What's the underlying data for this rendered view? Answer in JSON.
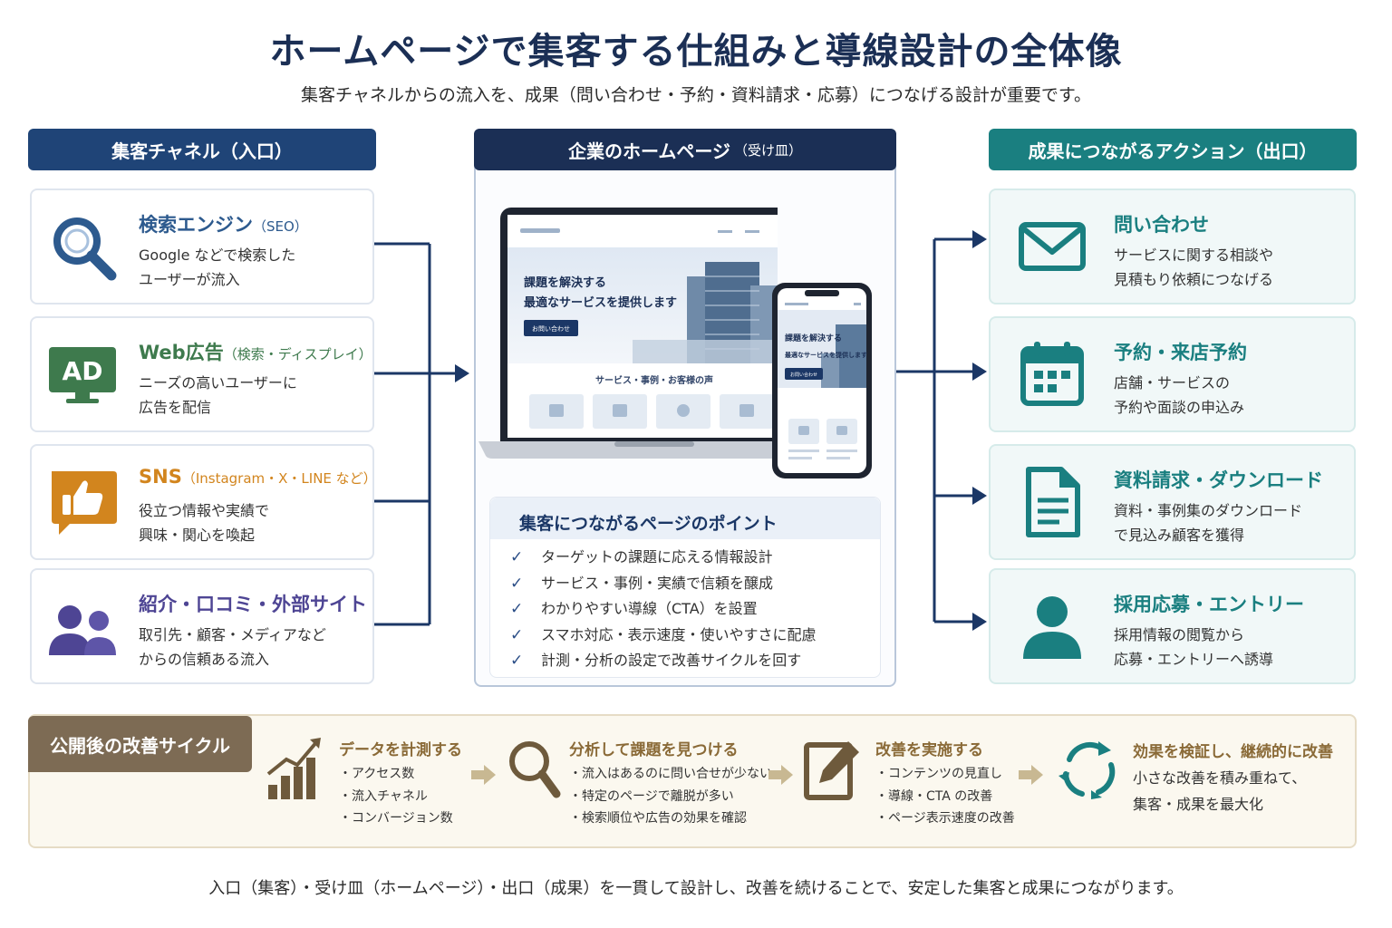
{
  "title": "ホームページで集客する仕組みと導線設計の全体像",
  "subtitle": "集客チャネルからの流入を、成果（問い合わせ・予約・資料請求・応募）につなげる設計が重要です。",
  "colors": {
    "navy": "#1b3766",
    "teal": "#1a7f80",
    "blue": "#2d5a8e",
    "green": "#3e7a4d",
    "orange": "#d2851e",
    "purple": "#4e4594",
    "brown": "#7d6b54"
  },
  "left": {
    "header": "集客チャネル（入口）",
    "cards": [
      {
        "title": "検索エンジン",
        "title_small": "（SEO）",
        "desc1": "Google などで検索した",
        "desc2": "ユーザーが流入",
        "icon": "search-icon",
        "color": "#2d5a8e"
      },
      {
        "title": "Web広告",
        "title_small": "（検索・ディスプレイ）",
        "desc1": "ニーズの高いユーザーに",
        "desc2": "広告を配信",
        "icon": "ad-monitor-icon",
        "icon_text": "AD",
        "color": "#3e7a4d"
      },
      {
        "title": "SNS",
        "title_small": "（Instagram・X・LINE など）",
        "desc1": "役立つ情報や実績で",
        "desc2": "興味・関心を喚起",
        "icon": "thumbs-up-icon",
        "color": "#d2851e"
      },
      {
        "title": "紹介・口コミ・外部サイト",
        "title_small": "",
        "desc1": "取引先・顧客・メディアなど",
        "desc2": "からの信頼ある流入",
        "icon": "people-icon",
        "color": "#4e4594"
      }
    ]
  },
  "center": {
    "header": "企業のホームページ",
    "header_small": "（受け皿）",
    "mock": {
      "hero_line1": "課題を解決する",
      "hero_line2": "最適なサービスを提供します",
      "hero_button": "お問い合わせ",
      "section_label": "サービス・事例・お客様の声"
    },
    "points_title": "集客につながるページのポイント",
    "points": [
      "ターゲットの課題に応える情報設計",
      "サービス・事例・実績で信頼を醸成",
      "わかりやすい導線（CTA）を設置",
      "スマホ対応・表示速度・使いやすさに配慮",
      "計測・分析の設定で改善サイクルを回す"
    ]
  },
  "right": {
    "header": "成果につながるアクション（出口）",
    "cards": [
      {
        "title": "問い合わせ",
        "desc1": "サービスに関する相談や",
        "desc2": "見積もり依頼につなげる",
        "icon": "mail-icon"
      },
      {
        "title": "予約・来店予約",
        "desc1": "店舗・サービスの",
        "desc2": "予約や面談の申込み",
        "icon": "calendar-icon"
      },
      {
        "title": "資料請求・ダウンロード",
        "desc1": "資料・事例集のダウンロード",
        "desc2": "で見込み顧客を獲得",
        "icon": "document-icon"
      },
      {
        "title": "採用応募・エントリー",
        "desc1": "採用情報の閲覧から",
        "desc2": "応募・エントリーへ誘導",
        "icon": "person-icon"
      }
    ]
  },
  "cycle": {
    "label": "公開後の改善サイクル",
    "steps": [
      {
        "title": "データを計測する",
        "items": [
          "・アクセス数",
          "・流入チャネル",
          "・コンバージョン数"
        ],
        "icon": "bar-chart-icon"
      },
      {
        "title": "分析して課題を見つける",
        "items": [
          "・流入はあるのに問い合せが少ない",
          "・特定のページで離脱が多い",
          "・検索順位や広告の効果を確認"
        ],
        "icon": "magnifier-icon"
      },
      {
        "title": "改善を実施する",
        "items": [
          "・コンテンツの見直し",
          "・導線・CTA の改善",
          "・ページ表示速度の改善"
        ],
        "icon": "edit-icon"
      },
      {
        "title": "効果を検証し、継続的に改善",
        "desc1": "小さな改善を積み重ねて、",
        "desc2": "集客・成果を最大化",
        "icon": "refresh-cycle-icon"
      }
    ]
  },
  "footer": "入口（集客）・受け皿（ホームページ）・出口（成果）を一貫して設計し、改善を続けることで、安定した集客と成果につながります。"
}
